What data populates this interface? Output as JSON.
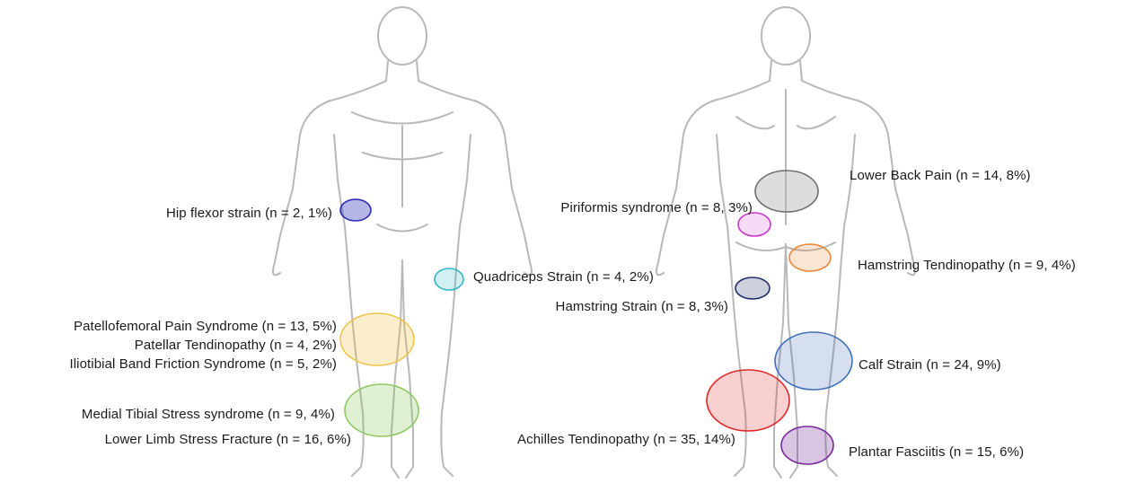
{
  "colors": {
    "purple": "#2a2ab8",
    "cyan": "#33b7c4",
    "yellow": "#f0c24a",
    "green": "#8cc860",
    "gray": "#6e6e6e",
    "pink": "#c83ac8",
    "orange": "#e88a3a",
    "navy": "#1f2f66",
    "blue": "#3f6fb8",
    "red": "#e02828",
    "violet": "#7a2a9a"
  },
  "labels": {
    "hip_flexor": "Hip flexor strain (n = 2, 1%)",
    "quadriceps": "Quadriceps Strain (n = 4, 2%)",
    "patellofemoral": "Patellofemoral Pain Syndrome (n = 13, 5%)",
    "patellar": "Patellar Tendinopathy (n = 4, 2%)",
    "iliotibial": "Iliotibial Band Friction Syndrome (n = 5, 2%)",
    "medial_tibial": "Medial Tibial Stress syndrome (n = 9, 4%)",
    "lower_limb_fracture": "Lower Limb Stress Fracture (n = 16, 6%)",
    "lower_back": "Lower Back Pain (n = 14, 8%)",
    "piriformis": "Piriformis syndrome (n = 8, 3%)",
    "hamstring_tendinopathy": "Hamstring Tendinopathy  (n = 9, 4%)",
    "hamstring_strain": "Hamstring Strain (n = 8, 3%)",
    "calf_strain": "Calf Strain (n = 24, 9%)",
    "achilles": "Achilles Tendinopathy (n = 35, 14%)",
    "plantar": "Plantar Fasciitis (n = 15, 6%)"
  }
}
